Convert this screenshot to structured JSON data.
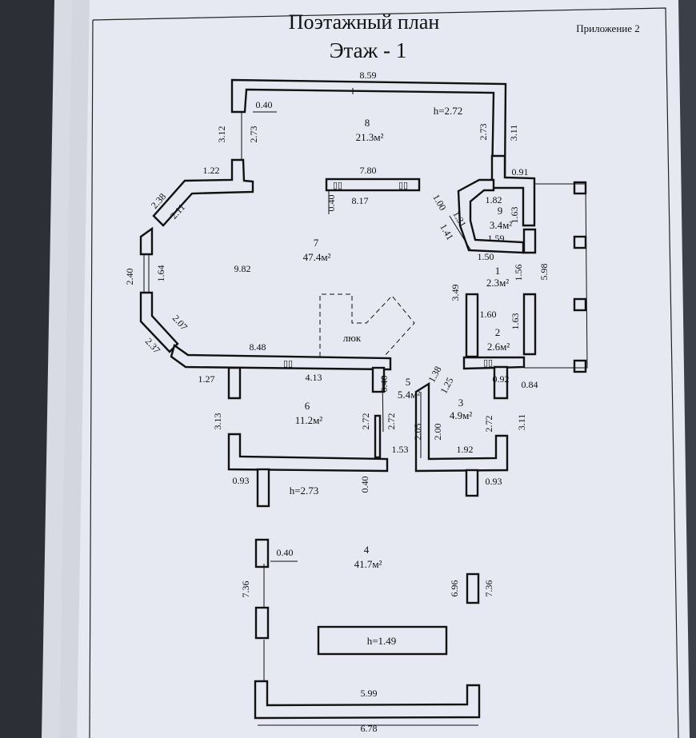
{
  "header": {
    "title": "Поэтажный план",
    "floor": "Этаж  - 1",
    "appendix": "Приложение 2"
  },
  "rooms": [
    {
      "num": "8",
      "area": "21.3м²"
    },
    {
      "num": "7",
      "area": "47.4м²"
    },
    {
      "num": "9",
      "area": "3.4м²"
    },
    {
      "num": "1",
      "area": "2.3м²"
    },
    {
      "num": "2",
      "area": "2.6м²"
    },
    {
      "num": "6",
      "area": "11.2м²"
    },
    {
      "num": "5",
      "area": "5.4м²"
    },
    {
      "num": "3",
      "area": "4.9м²"
    },
    {
      "num": "4",
      "area": "41.7м²"
    }
  ],
  "labels": {
    "hatch": "люк",
    "h_main": "h=2.72",
    "h_lower": "h=2.73",
    "h_basement": "h=1.49",
    "vent": "▯▯"
  },
  "dims": {
    "top": "8.59",
    "d040a": "0.40",
    "d312": "3.12",
    "d273a": "2.73",
    "d273b": "2.73",
    "d311a": "3.11",
    "d122": "1.22",
    "d780": "7.80",
    "d817": "8.17",
    "d040b": "0.40",
    "d091": "0.91",
    "d238": "2.38",
    "d211": "2.11",
    "d100": "1.00",
    "d182": "1.82",
    "d131": "1.31",
    "d163a": "1.63",
    "d141": "1.41",
    "d159": "1.59",
    "d240": "2.40",
    "d164": "1.64",
    "d982": "9.82",
    "d150": "1.50",
    "d156": "1.56",
    "d598": "5.98",
    "d349": "3.49",
    "d160": "1.60",
    "d163b": "1.63",
    "d207": "2.07",
    "d237": "2.37",
    "d848": "8.48",
    "d413": "4.13",
    "d040c": "0.40",
    "d127": "1.27",
    "d138": "1.38",
    "d125": "1.25",
    "d092": "0.92",
    "d084": "0.84",
    "d313": "3.13",
    "d272a": "2.72",
    "d272b": "2.72",
    "d205": "2.05",
    "d200": "2.00",
    "d272c": "2.72",
    "d311b": "3.11",
    "d153": "1.53",
    "d192": "1.92",
    "d093a": "0.93",
    "d040d": "0.40",
    "d093b": "0.93",
    "d040e": "0.40",
    "d736a": "7.36",
    "d696": "6.96",
    "d736b": "7.36",
    "d599": "5.99",
    "d678": "6.78"
  }
}
